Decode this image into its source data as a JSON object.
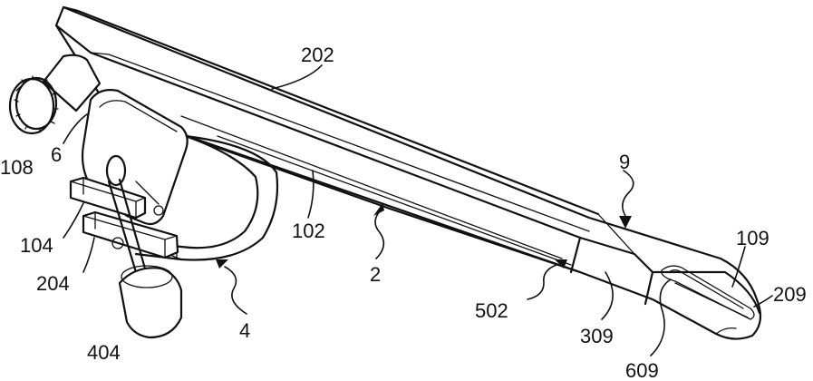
{
  "labels": {
    "l202": "202",
    "l9": "9",
    "l109": "109",
    "l209": "209",
    "l6": "6",
    "l108": "108",
    "l102": "102",
    "l104": "104",
    "l204": "204",
    "l2": "2",
    "l404": "404",
    "l4": "4",
    "l502": "502",
    "l309": "309",
    "l609": "609"
  }
}
